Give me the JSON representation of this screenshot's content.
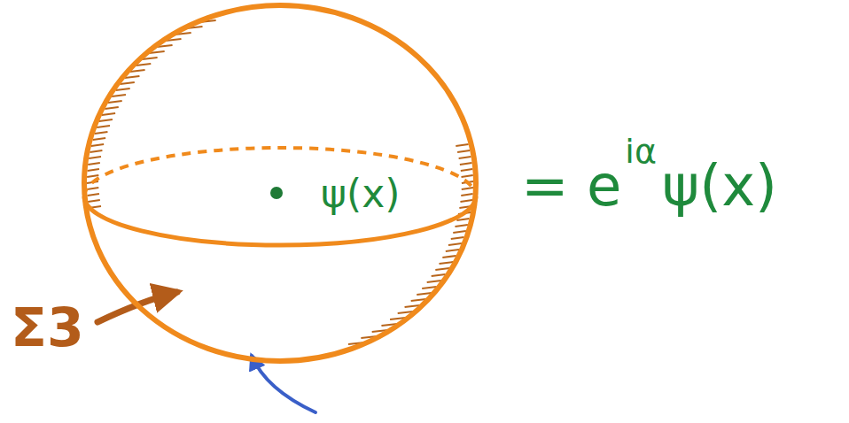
{
  "diagram": {
    "nodes": [
      {
        "text": [
          "ψ(x)"
        ]
      }
    ],
    "labels": [
      "= e",
      "iα",
      "ψ(x)",
      "Σ3"
    ]
  }
}
